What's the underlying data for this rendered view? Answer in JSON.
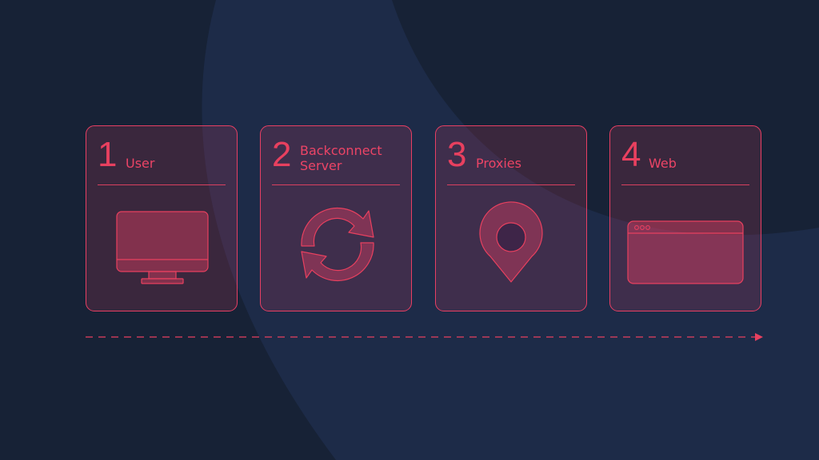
{
  "steps": [
    {
      "number": "1",
      "label": "User",
      "icon": "monitor-icon"
    },
    {
      "number": "2",
      "label_line1": "Backconnect",
      "label_line2": "Server",
      "icon": "refresh-icon"
    },
    {
      "number": "3",
      "label": "Proxies",
      "icon": "location-pin-icon"
    },
    {
      "number": "4",
      "label": "Web",
      "icon": "browser-window-icon"
    }
  ],
  "colors": {
    "background": "#172236",
    "background_shape": "#1d2b48",
    "accent": "#e8405f",
    "card_fill": "rgba(232,64,100,0.17)"
  }
}
